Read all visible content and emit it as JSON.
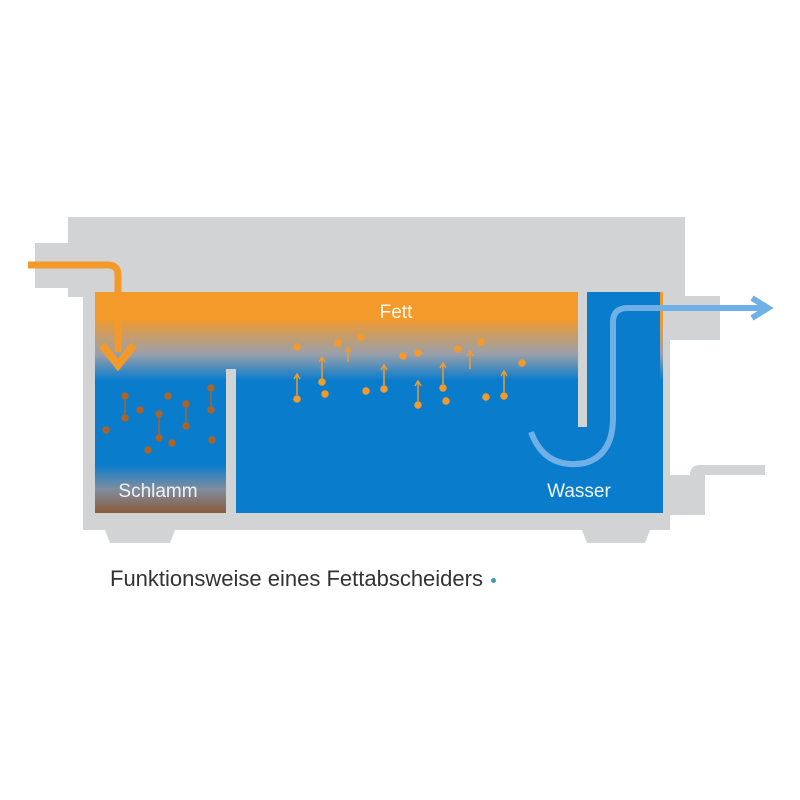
{
  "labels": {
    "fett": "Fett",
    "schlamm": "Schlamm",
    "wasser": "Wasser"
  },
  "caption": "Funktionsweise eines Fettabscheiders",
  "colors": {
    "housing": "#d2d3d5",
    "water": "#0a7ccc",
    "grease": "#f39a2b",
    "sludge": "#8a5a3a",
    "outflow": "#6fb0e6"
  }
}
